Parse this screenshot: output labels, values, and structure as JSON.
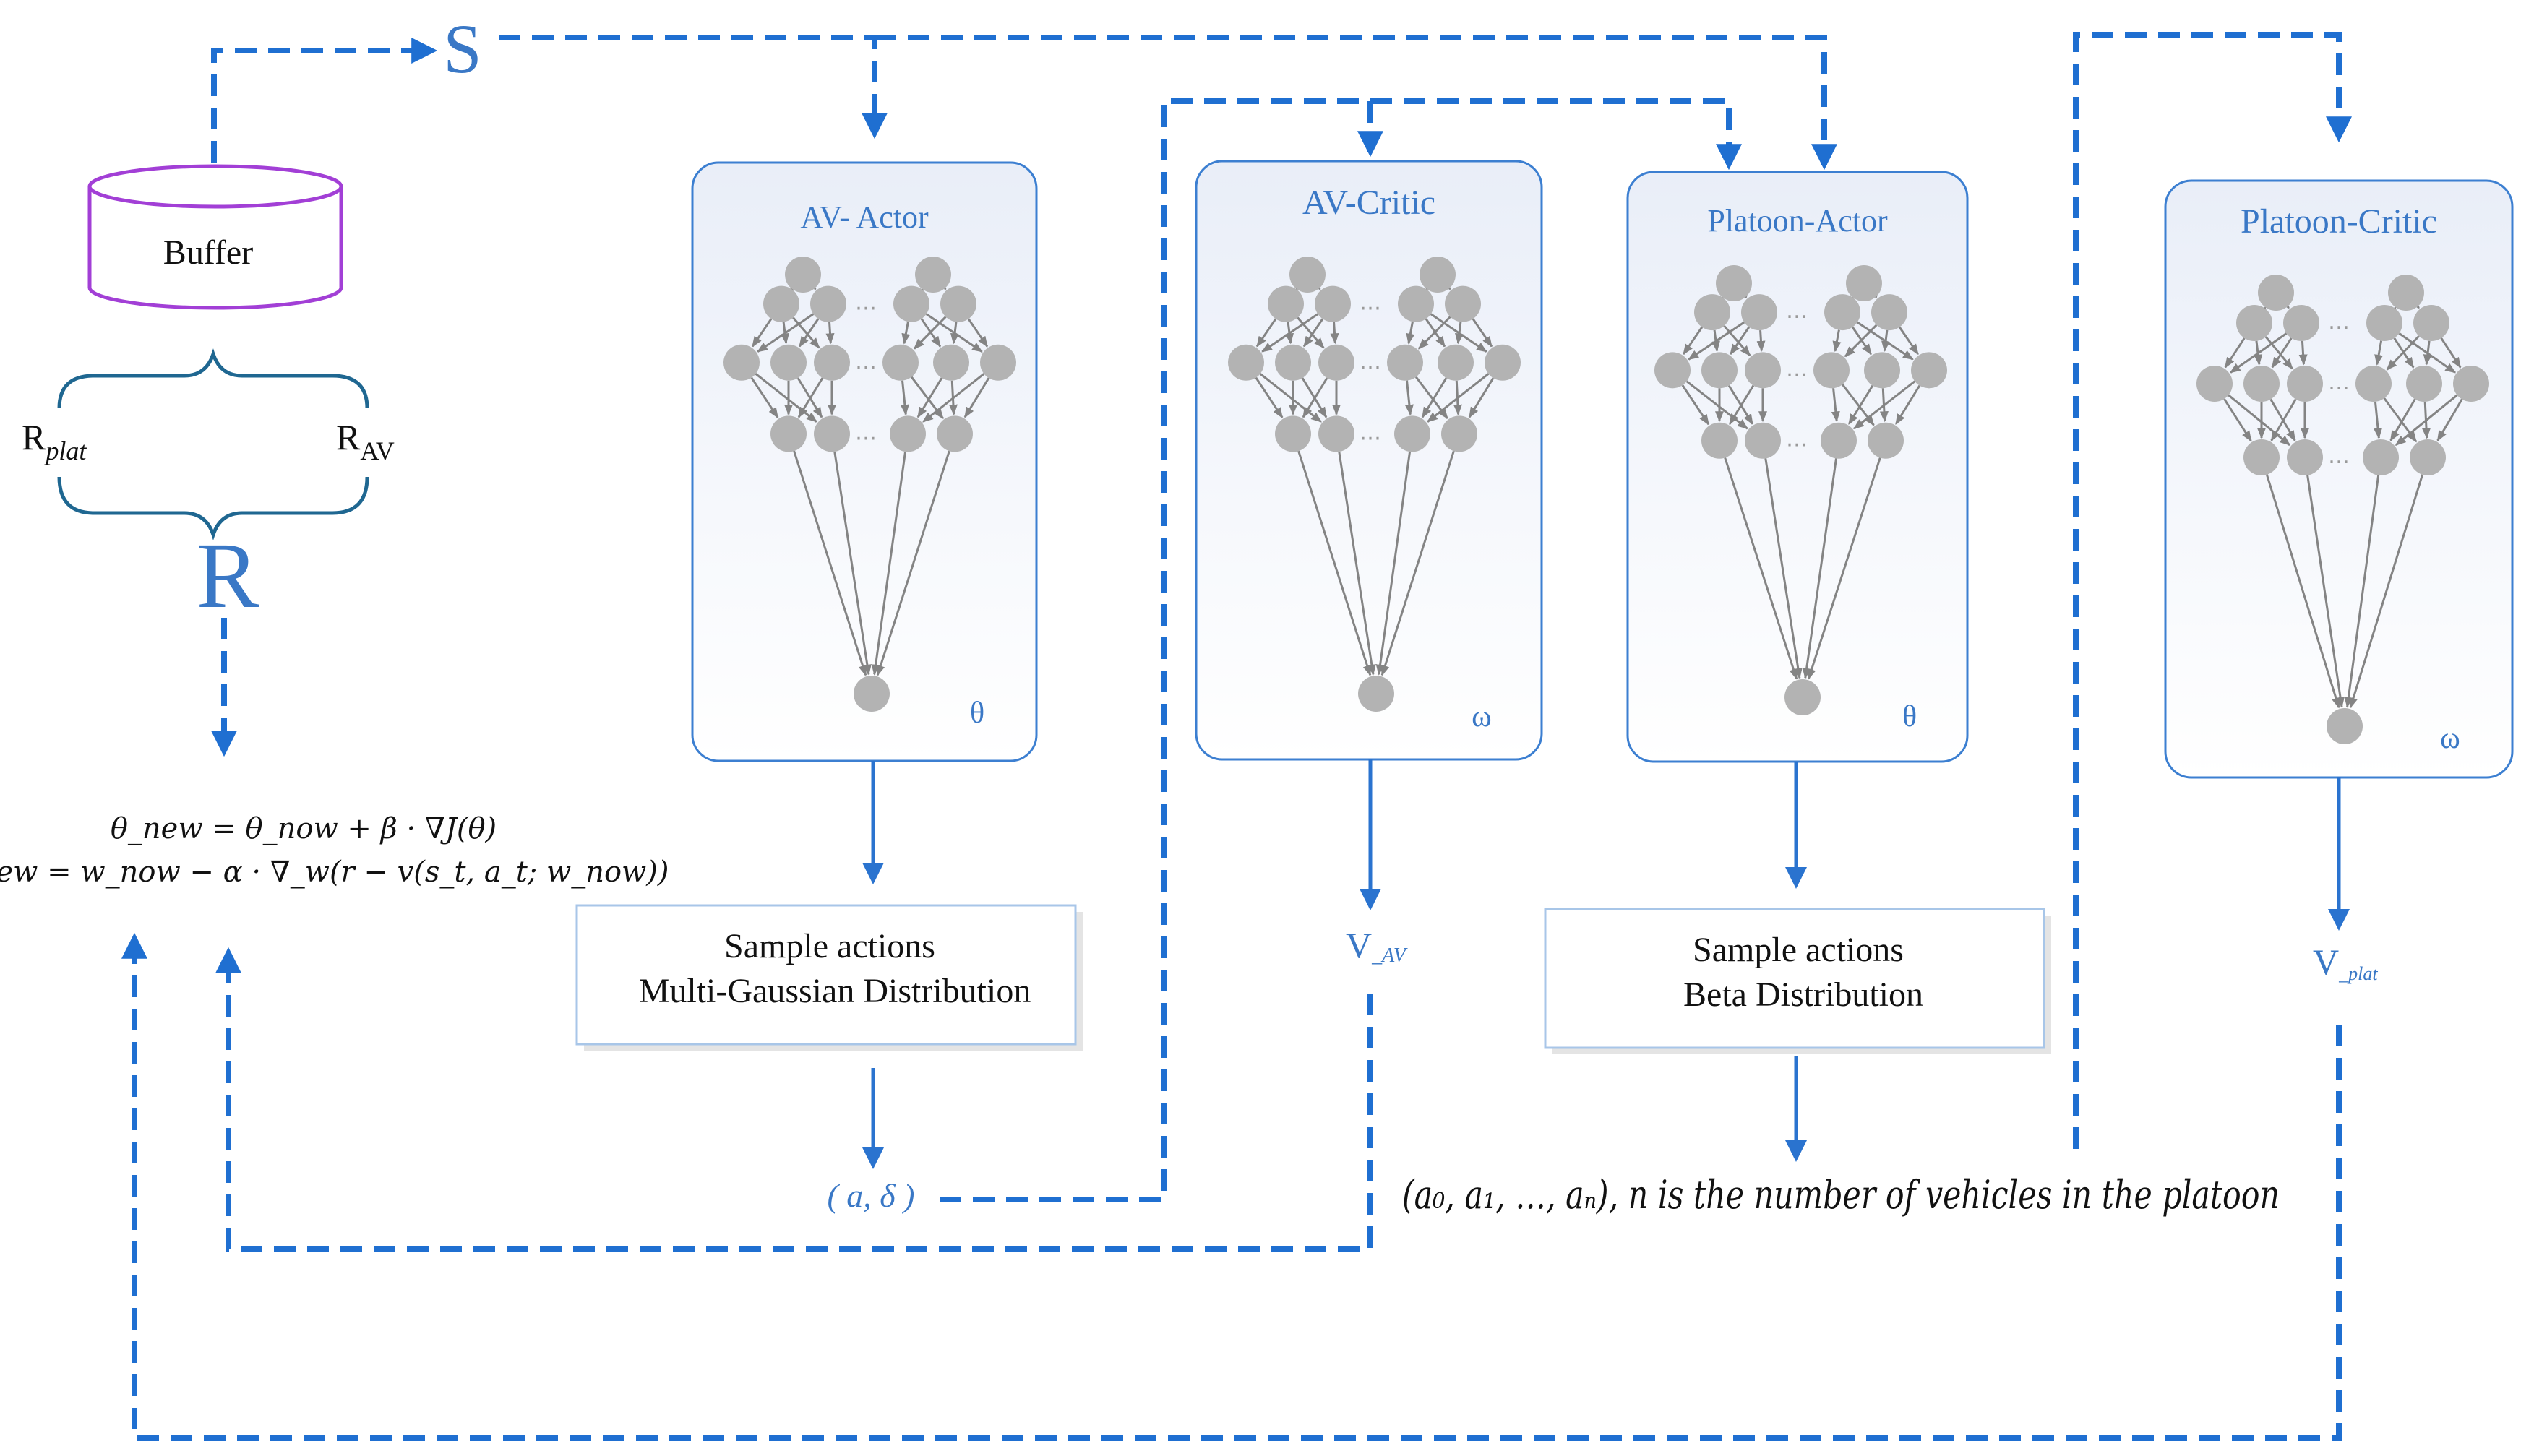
{
  "state_label": "S",
  "return_label": "R",
  "buffer": {
    "label": "Buffer"
  },
  "reward_components": {
    "left": "R",
    "left_sub": "plat",
    "right": "R",
    "right_sub": "AV"
  },
  "update_equations": {
    "theta": "θ_new = θ_now + β · ∇J(θ)",
    "w": "w_new = w_now − α · ∇_w(r − v(s_t, a_t; w_now))"
  },
  "panels": [
    {
      "id": "av-actor",
      "title": "AV- Actor",
      "param": "θ"
    },
    {
      "id": "av-critic",
      "title": "AV-Critic",
      "param": "ω"
    },
    {
      "id": "platoon-actor",
      "title": "Platoon-Actor",
      "param": "θ"
    },
    {
      "id": "platoon-critic",
      "title": "Platoon-Critic",
      "param": "ω"
    }
  ],
  "sample_boxes": [
    {
      "line1": "Sample actions",
      "line2": "Multi-Gaussian Distribution"
    },
    {
      "line1": "Sample actions",
      "line2": "Beta Distribution"
    }
  ],
  "outputs": {
    "av_action": "( a, δ )",
    "v_av": "V",
    "v_av_sub": "_AV",
    "v_plat": "V",
    "v_plat_sub": "_plat",
    "platoon_action": "(a₀, a₁, …, aₙ), n is the number of vehicles in the platoon"
  },
  "colors": {
    "arrow": "#1f6fd1",
    "panel_border": "#3c7fd1",
    "node": "#b3b3b3",
    "buffer": "#a23fd6"
  }
}
